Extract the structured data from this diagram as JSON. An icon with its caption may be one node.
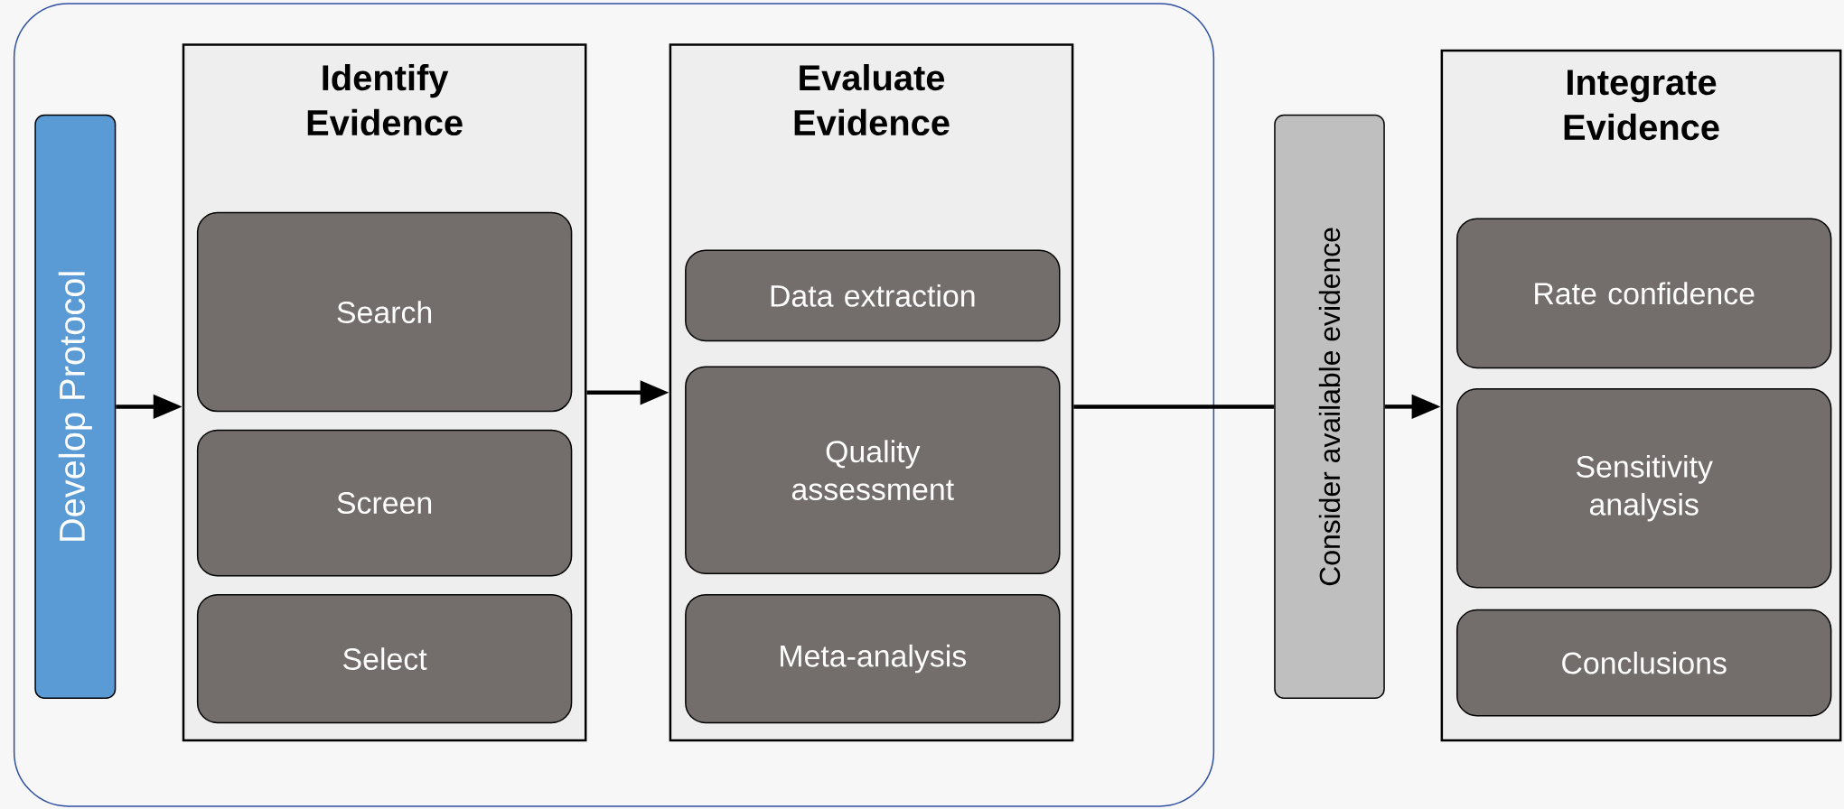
{
  "diagram": {
    "nodes": [
      {
        "text": [],
        "shape": "box"
      },
      {
        "text": [
          "Develop Protocol"
        ],
        "in": 0
      },
      {
        "text": [
          "Identify Evidence"
        ],
        "in": 0
      },
      {
        "text": [
          "Search"
        ],
        "in": 2
      },
      {
        "text": [
          "Screen"
        ],
        "in": 2
      },
      {
        "text": [
          "Select"
        ],
        "in": 2
      },
      {
        "text": [
          "Evaluate Evidence"
        ],
        "in": 0
      },
      {
        "text": [
          "Data extraction"
        ],
        "in": 6
      },
      {
        "text": [
          "Quality assessment"
        ],
        "in": 6
      },
      {
        "text": [
          "Meta-analysis"
        ],
        "in": 6
      },
      {
        "text": [
          "Consider available evidence"
        ]
      },
      {
        "text": [
          "Integrate Evidence"
        ]
      },
      {
        "text": [
          "Rate confidence"
        ],
        "in": 11
      },
      {
        "text": [
          "Sensitivity analysis"
        ],
        "in": 11
      },
      {
        "text": [
          "Conclusions"
        ],
        "in": 11
      }
    ],
    "edges": [
      {
        "from": 1,
        "to": 2,
        "arrow": "to"
      },
      {
        "from": 2,
        "to": 6,
        "arrow": "to"
      },
      {
        "from": 6,
        "to": 10,
        "arrow": "none"
      },
      {
        "from": 10,
        "to": 11,
        "arrow": "to"
      }
    ]
  }
}
